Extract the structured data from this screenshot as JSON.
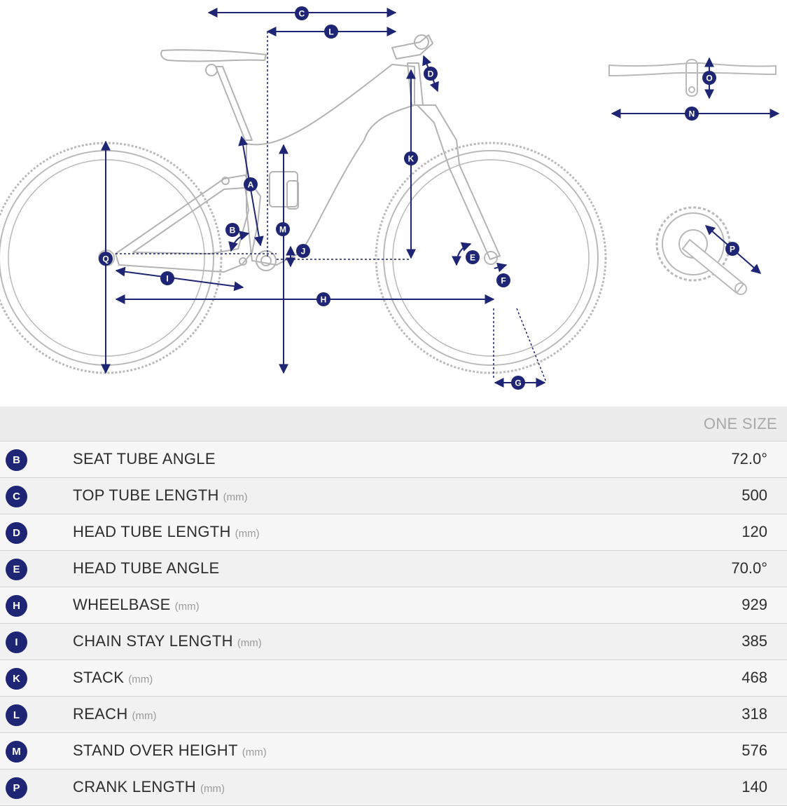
{
  "diagram_labels": {
    "A": "A",
    "B": "B",
    "C": "C",
    "D": "D",
    "E": "E",
    "F": "F",
    "G": "G",
    "H": "H",
    "I": "I",
    "J": "J",
    "K": "K",
    "L": "L",
    "M": "M",
    "N": "N",
    "O": "O",
    "P": "P",
    "Q": "Q"
  },
  "colors": {
    "accent": "#1d2574",
    "outline": "#b9b9b9",
    "row_bg": "#f5f5f5",
    "header_bg": "#ececec"
  },
  "table": {
    "header": "ONE SIZE",
    "rows": [
      {
        "letter": "B",
        "name": "SEAT TUBE ANGLE",
        "unit": "",
        "value": "72.0°"
      },
      {
        "letter": "C",
        "name": "TOP TUBE LENGTH",
        "unit": "(mm)",
        "value": "500"
      },
      {
        "letter": "D",
        "name": "HEAD TUBE LENGTH",
        "unit": "(mm)",
        "value": "120"
      },
      {
        "letter": "E",
        "name": "HEAD TUBE ANGLE",
        "unit": "",
        "value": "70.0°"
      },
      {
        "letter": "H",
        "name": "WHEELBASE",
        "unit": "(mm)",
        "value": "929"
      },
      {
        "letter": "I",
        "name": "CHAIN STAY LENGTH",
        "unit": "(mm)",
        "value": "385"
      },
      {
        "letter": "K",
        "name": "STACK",
        "unit": "(mm)",
        "value": "468"
      },
      {
        "letter": "L",
        "name": "REACH",
        "unit": "(mm)",
        "value": "318"
      },
      {
        "letter": "M",
        "name": "STAND OVER HEIGHT",
        "unit": "(mm)",
        "value": "576"
      },
      {
        "letter": "P",
        "name": "CRANK LENGTH",
        "unit": "(mm)",
        "value": "140"
      }
    ]
  }
}
